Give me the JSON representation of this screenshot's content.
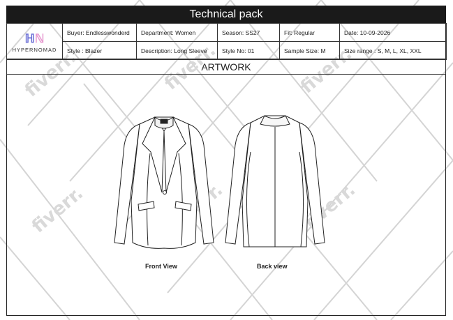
{
  "header": {
    "title": "Technical pack"
  },
  "brand": {
    "logo_text": "HYPERNOMAD",
    "logo_letters": "HN"
  },
  "info_rows": {
    "row1": {
      "buyer": "Buyer: Endlesswonderd",
      "department": "Department: Women",
      "season": "Season: SS27",
      "fit": "Fit: Regular",
      "date": "Date: 10-09-2026"
    },
    "row2": {
      "style": "Style : Blazer",
      "description": "Description:  Long Sleeve",
      "style_no": "Style No: 01",
      "sample_size": "Sample Size:  M",
      "size_range": "Size range : S, M, L, XL, XXL"
    }
  },
  "artwork": {
    "section_title": "ARTWORK",
    "front_label": "Front View",
    "back_label": "Back view"
  },
  "watermark": {
    "text": "fiverr."
  }
}
